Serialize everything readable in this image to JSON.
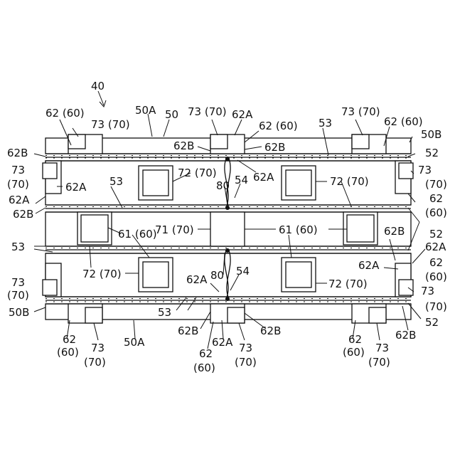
{
  "figure": {
    "ref": "40",
    "labels": {
      "l50A": "50A",
      "l50": "50",
      "l50B": "50B",
      "l52": "52",
      "l53": "53",
      "l54": "54",
      "l80": "80",
      "l61_60": "61 (60)",
      "l71_70": "71 (70)",
      "l72_70": "72 (70)",
      "l73": "73",
      "l73_70": "73 (70)",
      "l70p": "(70)",
      "l60p": "(60)",
      "l62": "62",
      "l62_60": "62 (60)",
      "l62A": "62A",
      "l62B": "62B"
    }
  }
}
